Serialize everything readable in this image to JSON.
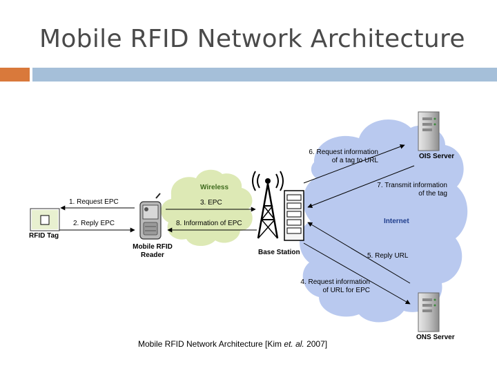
{
  "slide": {
    "title": "Mobile RFID Network Architecture",
    "caption_prefix": "Mobile RFID Network Architecture [Kim ",
    "caption_etal": "et. al.",
    "caption_suffix": " 2007]"
  },
  "diagram": {
    "nodes": {
      "rfid_tag": "RFID Tag",
      "mobile_reader_line1": "Mobile RFID",
      "mobile_reader_line2": "Reader",
      "base_station": "Base Station",
      "ois_server": "OIS Server",
      "ons_server": "ONS Server"
    },
    "regions": {
      "wireless": "Wireless",
      "internet": "Internet"
    },
    "steps": {
      "s1": "1. Request EPC",
      "s2": "2. Reply EPC",
      "s3": "3. EPC",
      "s4_line1": "4. Request information",
      "s4_line2": "of URL for EPC",
      "s5": "5. Reply URL",
      "s6_line1": "6. Request information",
      "s6_line2": "of a tag to URL",
      "s7_line1": "7. Transmit information",
      "s7_line2": "of the tag",
      "s8": "8. Information of EPC"
    },
    "colors": {
      "wireless_cloud": "#dde9b5",
      "internet_cloud": "#b9c9ef",
      "wireless_text": "#3f6b1e",
      "internet_text": "#1f3d8c",
      "accent_orange": "#d9793b",
      "accent_blue": "#a5bfd9"
    }
  }
}
